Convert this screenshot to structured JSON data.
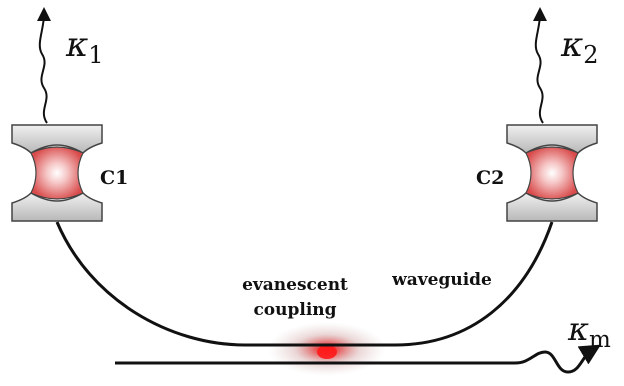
{
  "labels": {
    "kappa_1": {
      "symbol": "κ",
      "sub": "1"
    },
    "kappa_2": {
      "symbol": "κ",
      "sub": "2"
    },
    "kappa_m": {
      "symbol": "κ",
      "sub": "m"
    },
    "cavity_1": "C1",
    "cavity_2": "C2",
    "coupling_line1": "evanescent",
    "coupling_line2": "coupling",
    "waveguide": "waveguide"
  },
  "colors": {
    "mirror_fill": "#cfcfcf",
    "mirror_stroke": "#555555",
    "cavity_red": "#d94b4b",
    "coupling_glow": "#e02020",
    "line": "#111111"
  }
}
